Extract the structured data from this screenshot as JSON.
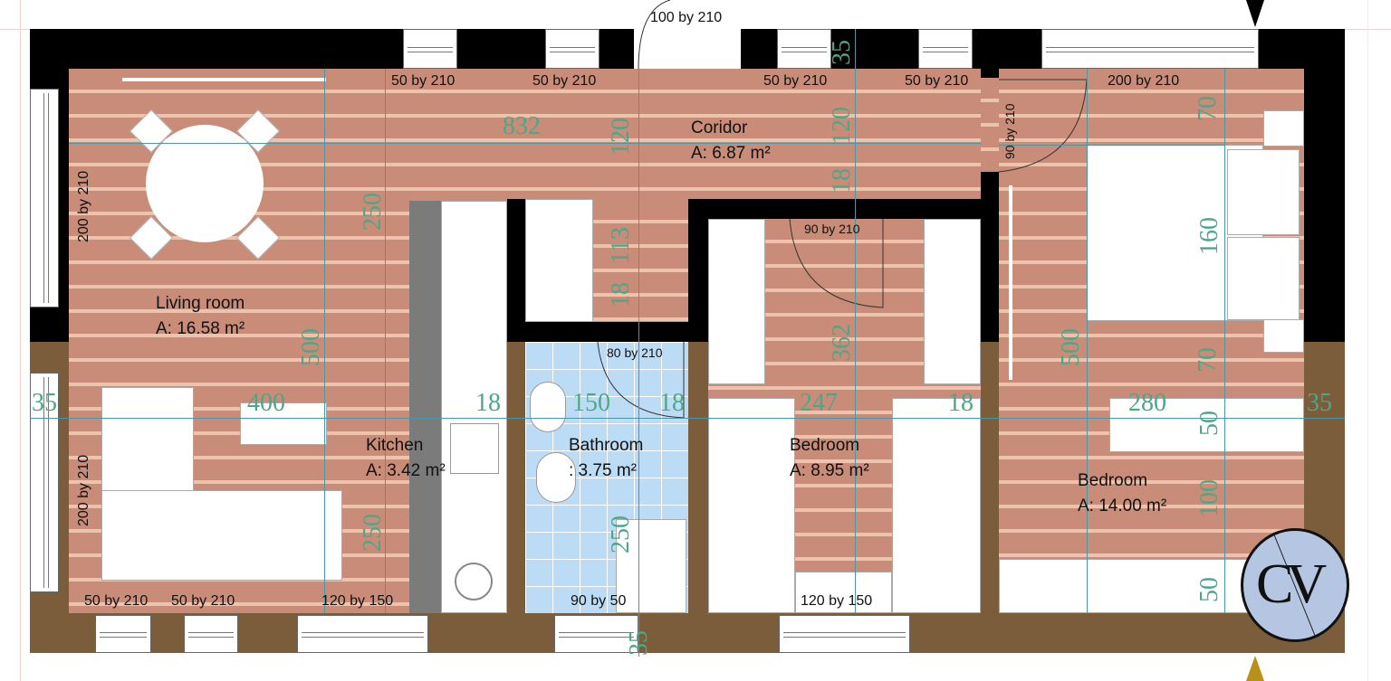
{
  "colors": {
    "floor": "#c88c78",
    "wall_upper": "#000000",
    "wall_lower": "#7b5d3c",
    "bathroom_tile": "#bcdcf5",
    "dimension": "#4aa889",
    "logo": "#b4c6e2"
  },
  "rooms": [
    {
      "name": "Living room",
      "area": "A: 16.58 m²"
    },
    {
      "name": "Coridor",
      "area": "A: 6.87 m²"
    },
    {
      "name": "Kitchen",
      "area": "A: 3.42 m²"
    },
    {
      "name": "Bathroom",
      "area": ": 3.75 m²"
    },
    {
      "name": "Bedroom",
      "area": "A: 8.95 m²"
    },
    {
      "name": "Bedroom",
      "area": "A: 14.00 m²"
    }
  ],
  "openings": [
    "100 by 210",
    "50 by 210",
    "50 by 210",
    "50 by 210",
    "50 by 210",
    "200 by 210",
    "90 by 210",
    "90 by 210",
    "80 by 210",
    "200 by 210",
    "200 by 210",
    "50 by 210",
    "50 by 210",
    "120 by 150",
    "90 by 50",
    "120 by 150"
  ],
  "dimensions": [
    "832",
    "120",
    "35",
    "120",
    "18",
    "250",
    "113",
    "18",
    "500",
    "400",
    "18",
    "150",
    "18",
    "247",
    "18",
    "362",
    "35",
    "280",
    "35",
    "70",
    "160",
    "500",
    "70",
    "50",
    "100",
    "50",
    "250",
    "250",
    "35"
  ],
  "logo": {
    "text": "CV"
  },
  "icons": [
    "north-arrow-icon",
    "south-arrow-icon"
  ]
}
